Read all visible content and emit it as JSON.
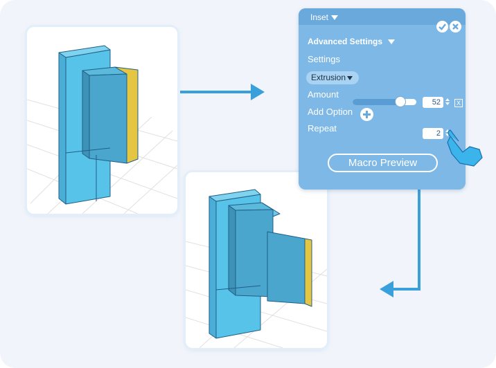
{
  "panel": {
    "menu_label": "Inset",
    "section_title": "Advanced Settings",
    "settings_label": "Settings",
    "mode_select": "Extrusion",
    "amount_label": "Amount",
    "amount_value": "52",
    "amount_fraction": 0.75,
    "add_option_label": "Add Option",
    "repeat_label": "Repeat",
    "repeat_value": "2",
    "clear_label": "X",
    "macro_button": "Macro Preview"
  },
  "colors": {
    "panel": "#7db8e6",
    "block": "#5fc6ea",
    "highlight_face": "#e7c847",
    "arrow": "#3aa0dc"
  },
  "icons": [
    "check-icon",
    "close-icon",
    "plus-icon",
    "pointer-hand-icon",
    "arrow-right-icon",
    "arrow-elbow-icon"
  ]
}
